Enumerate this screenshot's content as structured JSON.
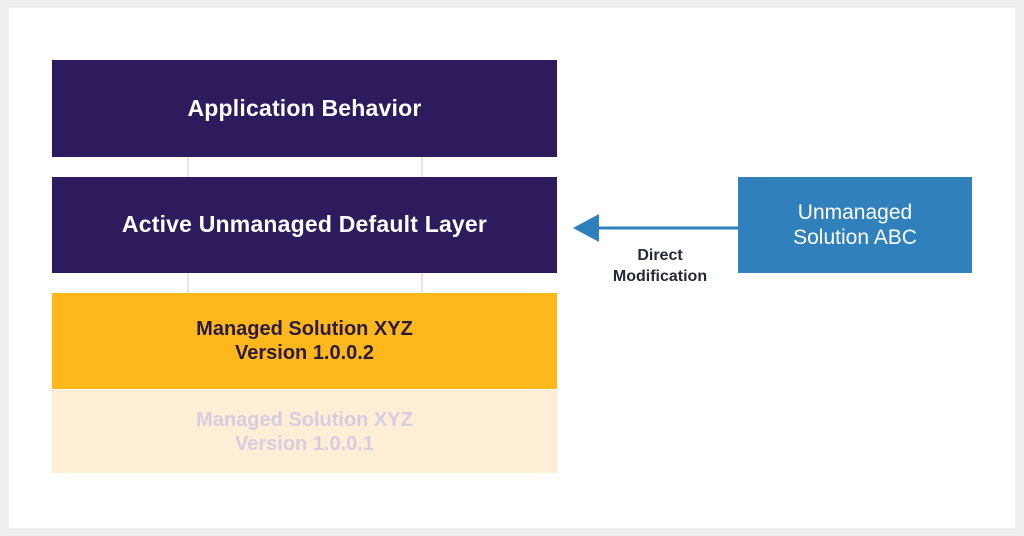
{
  "diagram": {
    "title": "Solution layering with direct unmanaged modification",
    "colors": {
      "purple": "#2D1B5E",
      "orange": "#FFB81C",
      "cream": "#FDEED5",
      "blue": "#3080BC",
      "faded_text": "#D6CDE0",
      "dark_text": "#2D1B3F",
      "caption_text": "#262A38",
      "connector_line": "#E7E4EF",
      "card_background": "#FFFFFF",
      "page_background": "#EEEEEE"
    },
    "stack": [
      {
        "id": "application-behavior",
        "label": "Application Behavior",
        "fill": "#2D1B5E",
        "text_color": "#FFFFFF",
        "state": "active"
      },
      {
        "id": "active-unmanaged-default-layer",
        "label": "Active Unmanaged Default Layer",
        "fill": "#2D1B5E",
        "text_color": "#FFFFFF",
        "state": "active"
      },
      {
        "id": "managed-solution-current",
        "label": "Managed Solution XYZ\nVersion 1.0.0.2",
        "fill": "#FFB81C",
        "text_color": "#2D1B3F",
        "state": "active"
      },
      {
        "id": "managed-solution-previous",
        "label": "Managed Solution XYZ\nVersion 1.0.0.1",
        "fill": "#FDEED5",
        "text_color": "#D6CDE0",
        "state": "faded"
      }
    ],
    "side_node": {
      "id": "unmanaged-solution-abc",
      "label": "Unmanaged\nSolution ABC",
      "fill": "#3080BC",
      "text_color": "#FFFFFF"
    },
    "arrow": {
      "id": "direct-modification-arrow",
      "caption": "Direct\nModification",
      "color": "#3080BC",
      "direction": "right-to-left",
      "from": "unmanaged-solution-abc",
      "to": "active-unmanaged-default-layer"
    },
    "connectors": [
      {
        "id": "connector-a1"
      },
      {
        "id": "connector-a2"
      },
      {
        "id": "connector-b1"
      },
      {
        "id": "connector-b2"
      }
    ]
  }
}
